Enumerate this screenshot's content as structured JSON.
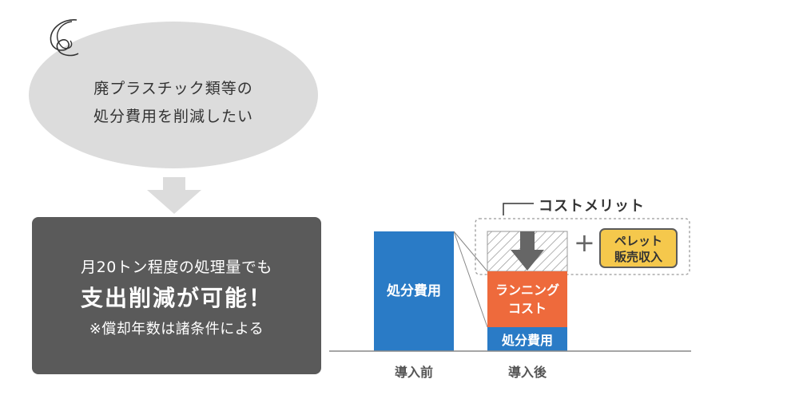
{
  "bubble": {
    "line1": "廃プラスチック類等の",
    "line2": "処分費用を削減したい"
  },
  "result": {
    "line1": "月20トン程度の処理量でも",
    "line2": "支出削減が可能！",
    "line3": "※償却年数は諸条件による"
  },
  "diagram": {
    "merit_label": "コストメリット",
    "pellet_line1": "ペレット",
    "pellet_line2": "販売収入",
    "before_bar_label": "処分費用",
    "running_label_line1": "ランニング",
    "running_label_line2": "コスト",
    "after_disposal_label": "処分費用",
    "before_category": "導入前",
    "after_category": "導入後"
  },
  "colors": {
    "bubble": "#dcdcdc",
    "result_box": "#5a5a5a",
    "disposal_blue": "#2a7bc6",
    "running_orange": "#ee6a3c",
    "pellet_yellow": "#f5c84c",
    "arrow_gray": "#666666"
  },
  "icons": [
    "swirl-icon",
    "arrow-down-icon",
    "plus-icon",
    "reduction-arrow-icon"
  ]
}
